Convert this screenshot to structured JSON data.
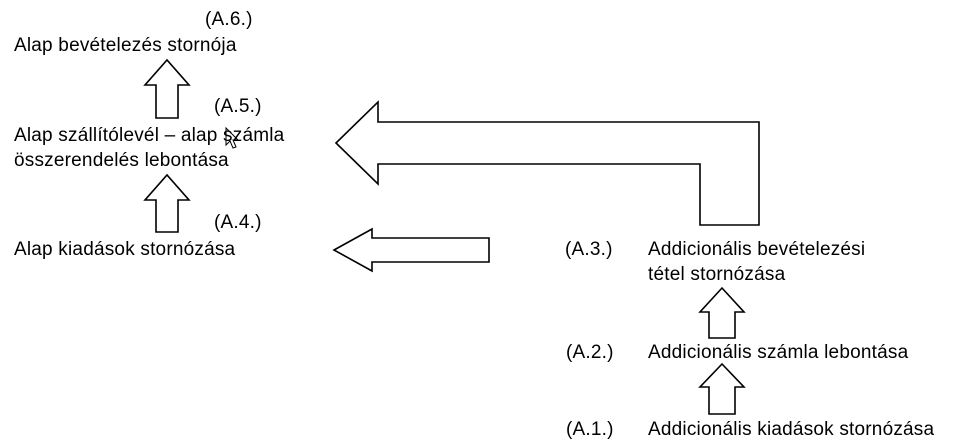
{
  "steps": {
    "a6": {
      "code": "(A.6.)",
      "label": "Alap bevételezés stornója"
    },
    "a5": {
      "code": "(A.5.)",
      "line1": "Alap szállítólevél – alap számla",
      "line2": "összerendelés lebontása"
    },
    "a4": {
      "code": "(A.4.)",
      "label": "Alap kiadások stornózása"
    },
    "a3": {
      "code": "(A.3.)",
      "line1": "Addicionális bevételezési",
      "line2": "tétel stornózása"
    },
    "a2": {
      "code": "(A.2.)",
      "label": "Addicionális számla lebontása"
    },
    "a1": {
      "code": "(A.1.)",
      "label": "Addicionális kiadások stornózása"
    }
  },
  "colors": {
    "background": "#ffffff",
    "ink": "#000000"
  },
  "icons": {
    "cursor": "mouse-pointer-icon"
  }
}
